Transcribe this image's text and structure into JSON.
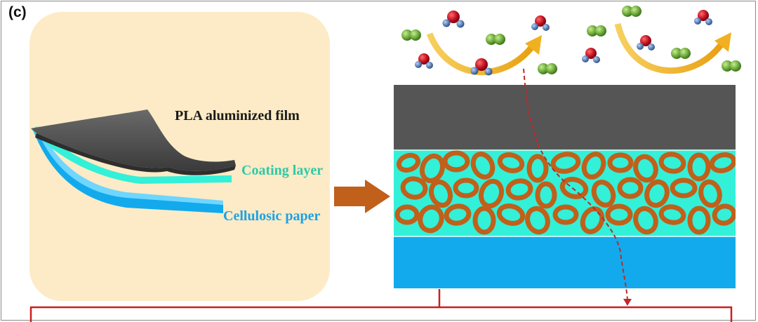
{
  "figure": {
    "panel_label": "(c)",
    "labels": {
      "pla_film": "PLA aluminized film",
      "coating_layer": "Coating layer",
      "cellulosic_paper": "Cellulosic paper"
    }
  },
  "colors": {
    "background": "#fcebc6",
    "pla_film": "#555555",
    "coating": "#33f0d8",
    "paper": "#12aaec",
    "particle": "#c0601a",
    "arrow": "#c0601a",
    "gas_arrow": "#f0b020",
    "path_line": "#c0282a",
    "water_oxygen": "#c01020",
    "water_hydrogen": "#5a80b8",
    "gas_molecule": "#6aa838",
    "bracket": "#cc1f1f"
  }
}
